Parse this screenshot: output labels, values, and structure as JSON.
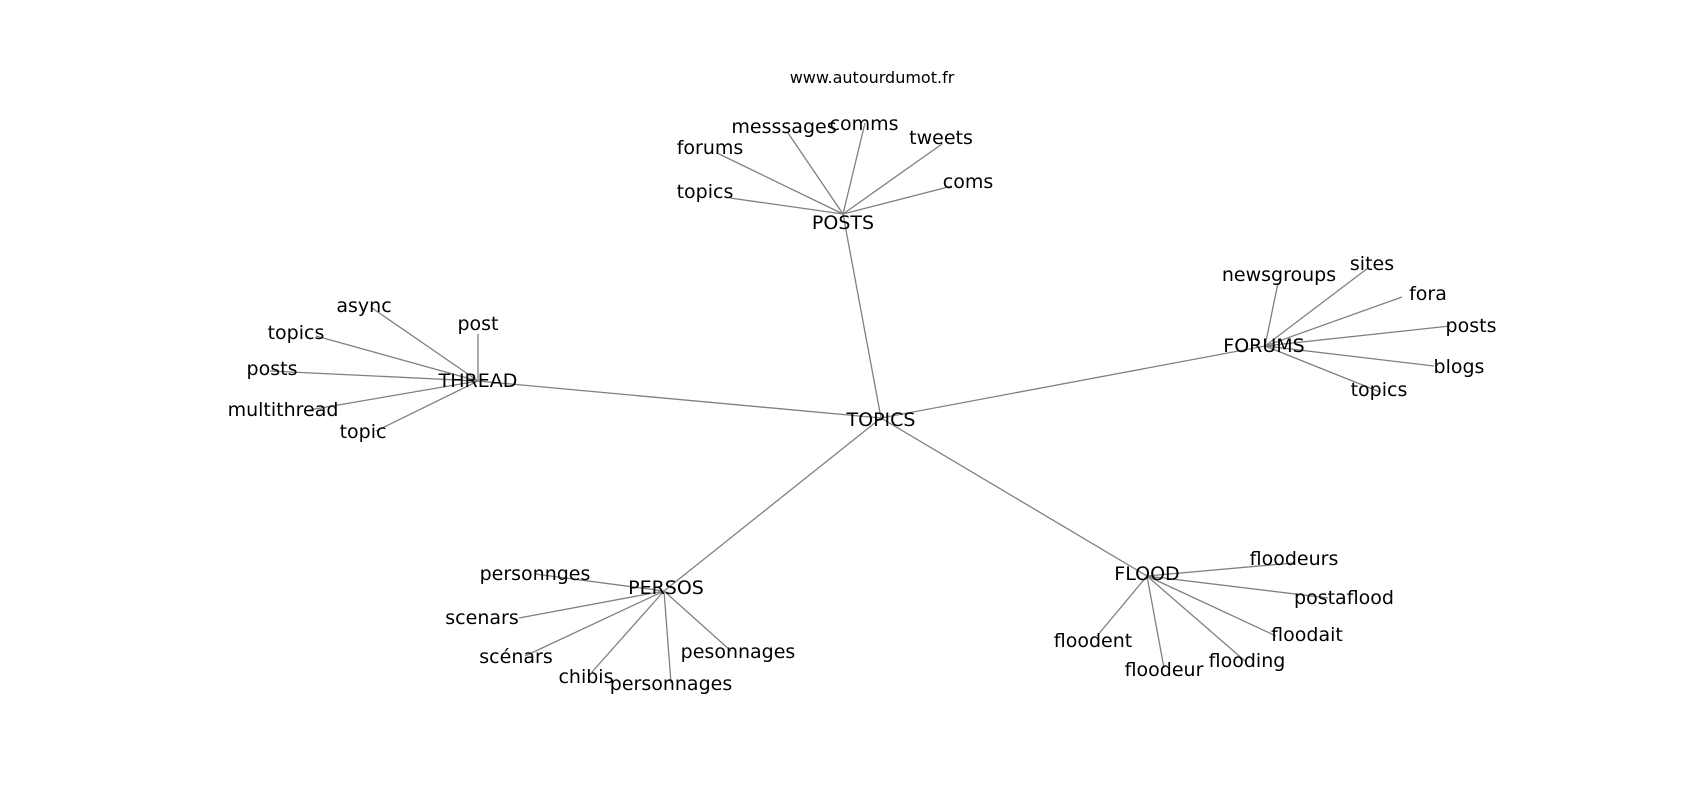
{
  "source": "www.autourdumot.fr",
  "root": "TOPICS",
  "clusters": [
    {
      "id": "posts",
      "label": "POSTS",
      "words": [
        "topics",
        "forums",
        "messsages",
        "comms",
        "tweets",
        "coms"
      ]
    },
    {
      "id": "forums",
      "label": "FORUMS",
      "words": [
        "newsgroups",
        "sites",
        "fora",
        "posts",
        "blogs",
        "topics"
      ]
    },
    {
      "id": "thread",
      "label": "THREAD",
      "words": [
        "async",
        "post",
        "topics",
        "posts",
        "multithread",
        "topic"
      ]
    },
    {
      "id": "persos",
      "label": "PERSOS",
      "words": [
        "personnges",
        "scenars",
        "scénars",
        "chibis",
        "personnages",
        "pesonnages"
      ]
    },
    {
      "id": "flood",
      "label": "FLOOD",
      "words": [
        "floodeurs",
        "postaflood",
        "floodait",
        "flooding",
        "floodeur",
        "floodent"
      ]
    }
  ]
}
